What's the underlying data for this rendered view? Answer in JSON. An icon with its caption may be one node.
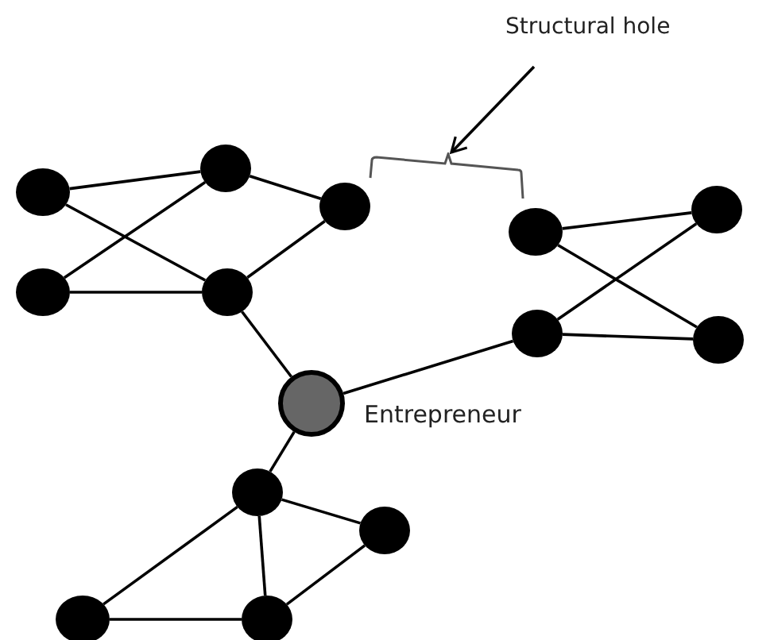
{
  "diagram": {
    "nodes": [
      {
        "text": [
          "Structural hole"
        ]
      },
      {
        "text": [],
        "shape": "bracket"
      },
      {
        "text": [],
        "shape": "circle"
      },
      {
        "text": [],
        "shape": "circle"
      },
      {
        "text": [],
        "shape": "circle"
      },
      {
        "text": [],
        "shape": "circle"
      },
      {
        "text": [],
        "shape": "circle"
      },
      {
        "text": [],
        "shape": "circle"
      },
      {
        "text": [],
        "shape": "circle"
      },
      {
        "text": [],
        "shape": "circle"
      },
      {
        "text": [],
        "shape": "circle"
      },
      {
        "text": [],
        "shape": "circle",
        "beside": [
          "Entrepreneur"
        ]
      },
      {
        "text": [],
        "shape": "circle"
      },
      {
        "text": [],
        "shape": "circle"
      },
      {
        "text": [],
        "shape": "circle"
      },
      {
        "text": [],
        "shape": "circle"
      }
    ],
    "edges": [
      {
        "from": 0,
        "to": 1,
        "arrow": "to"
      },
      {
        "from": 2,
        "to": 3,
        "arrow": "none"
      },
      {
        "from": 2,
        "to": 8,
        "arrow": "none"
      },
      {
        "from": 3,
        "to": 7,
        "arrow": "none"
      },
      {
        "from": 3,
        "to": 4,
        "arrow": "none"
      },
      {
        "from": 7,
        "to": 8,
        "arrow": "none"
      },
      {
        "from": 8,
        "to": 4,
        "arrow": "none"
      },
      {
        "from": 8,
        "to": 11,
        "arrow": "none"
      },
      {
        "from": 5,
        "to": 6,
        "arrow": "none"
      },
      {
        "from": 5,
        "to": 10,
        "arrow": "none"
      },
      {
        "from": 6,
        "to": 9,
        "arrow": "none"
      },
      {
        "from": 9,
        "to": 10,
        "arrow": "none"
      },
      {
        "from": 9,
        "to": 11,
        "arrow": "none"
      },
      {
        "from": 11,
        "to": 12,
        "arrow": "none"
      },
      {
        "from": 12,
        "to": 13,
        "arrow": "none"
      },
      {
        "from": 12,
        "to": 14,
        "arrow": "none"
      },
      {
        "from": 12,
        "to": 15,
        "arrow": "none"
      },
      {
        "from": 13,
        "to": 15,
        "arrow": "none"
      },
      {
        "from": 14,
        "to": 15,
        "arrow": "none"
      }
    ]
  }
}
